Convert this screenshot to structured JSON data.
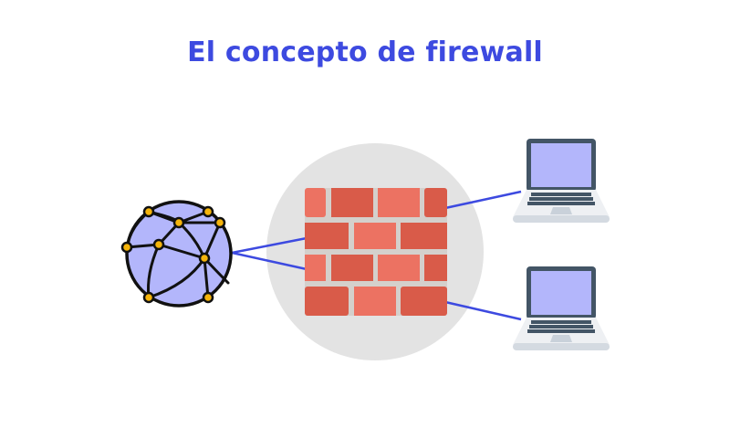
{
  "title": "El concepto de firewall",
  "colors": {
    "title": "#3d4ae0",
    "connection_line": "#3d4ae0",
    "globe_fill": "#b3b6fb",
    "globe_stroke": "#111111",
    "globe_node": "#f5b40b",
    "backdrop_circle": "#e3e3e3",
    "brick_light": "#ec7262",
    "brick_dark": "#d95b49",
    "mortar": "#d4d0cc",
    "laptop_frame": "#435566",
    "laptop_screen": "#b3b6fb",
    "laptop_base": "#eef0f3",
    "laptop_base_shadow": "#d4dae1",
    "keyboard_key": "#435566",
    "trackpad": "#c9d1da"
  },
  "nodes": {
    "internet": {
      "label": "internet-globe"
    },
    "firewall": {
      "label": "firewall-brick-wall"
    },
    "computers": [
      {
        "label": "laptop-1"
      },
      {
        "label": "laptop-2"
      }
    ]
  },
  "connections": [
    {
      "from": "internet",
      "to": "firewall"
    },
    {
      "from": "internet",
      "to": "firewall"
    },
    {
      "from": "firewall",
      "to": "laptop-1"
    },
    {
      "from": "firewall",
      "to": "laptop-2"
    }
  ]
}
